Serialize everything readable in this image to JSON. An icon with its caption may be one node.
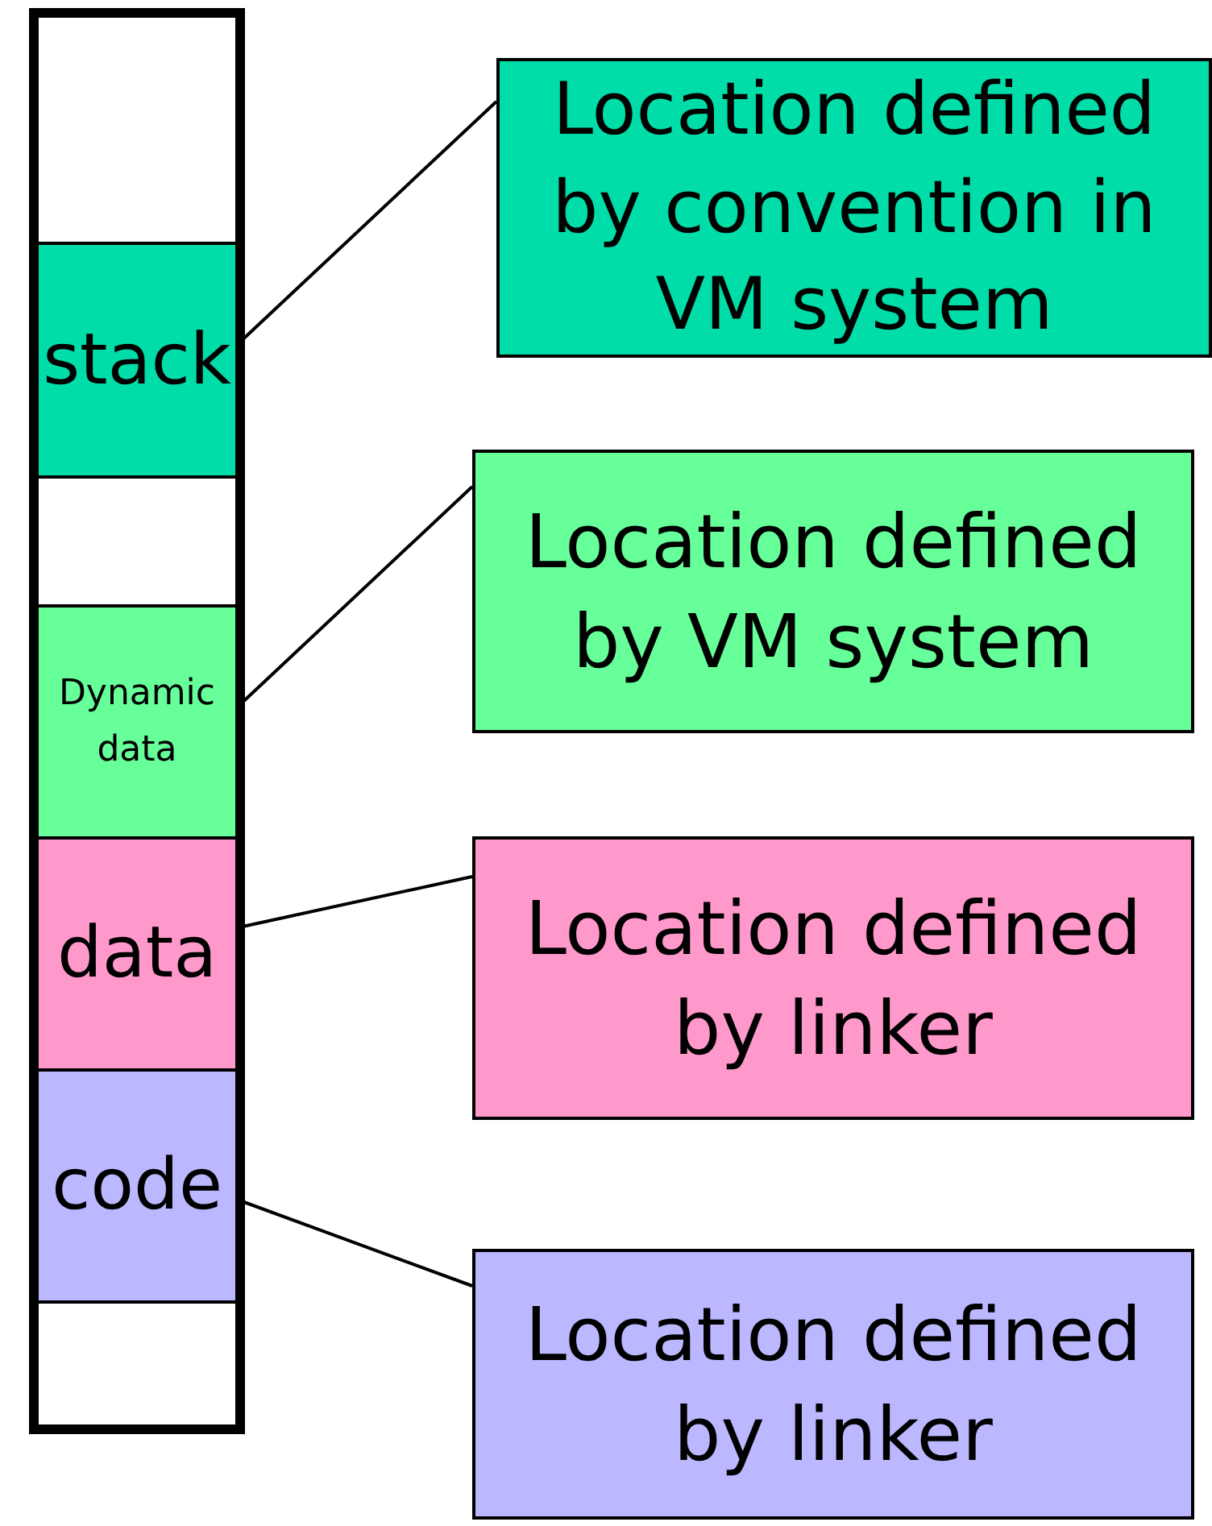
{
  "diagram": {
    "nodes": [
      {
        "text": [],
        "shape": "box"
      },
      {
        "text": [],
        "shape": "box",
        "in": 0
      },
      {
        "text": [
          "stack"
        ],
        "in": 0
      },
      {
        "text": [],
        "shape": "box",
        "in": 0
      },
      {
        "text": [
          "Dynamic data"
        ],
        "in": 0
      },
      {
        "text": [
          "data"
        ],
        "in": 0
      },
      {
        "text": [
          "code"
        ],
        "in": 0
      },
      {
        "text": [],
        "shape": "box",
        "in": 0
      },
      {
        "text": [
          "Location defined by convention in VM system"
        ]
      },
      {
        "text": [
          "Location defined by VM system"
        ]
      },
      {
        "text": [
          "Location defined by linker"
        ]
      },
      {
        "text": [
          "Location defined by linker"
        ]
      }
    ],
    "edges": [
      {
        "from": 2,
        "to": 8,
        "arrow": "none"
      },
      {
        "from": 4,
        "to": 9,
        "arrow": "none"
      },
      {
        "from": 5,
        "to": 10,
        "arrow": "none"
      },
      {
        "from": 6,
        "to": 11,
        "arrow": "none"
      }
    ]
  }
}
